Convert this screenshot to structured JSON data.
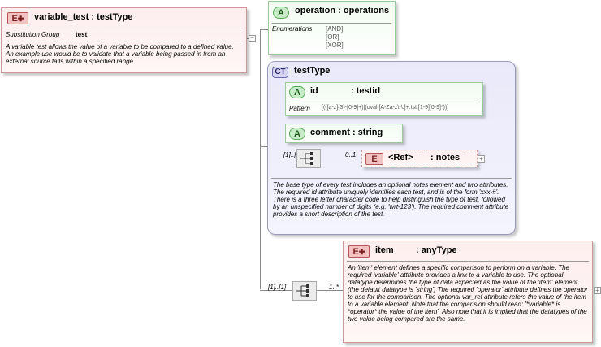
{
  "root_element": {
    "badge": "E",
    "name": "variable_test",
    "separator": ":",
    "type": "testType",
    "substitution_label": "Substitution Group",
    "substitution_value": "test",
    "description": "A variable test allows the value of a variable to be compared to a defined value.  An example use would be to validate that a variable being passed in from an external source falls within a specified range."
  },
  "operation_attr": {
    "badge": "A",
    "title": "operation : operations",
    "enum_label": "Enumerations",
    "enumerations": [
      "[AND]",
      "[OR]",
      "[XOR]"
    ]
  },
  "complex_type": {
    "badge": "CT",
    "name": "testType",
    "id_attr": {
      "badge": "A",
      "name": "id",
      "type": ": testid",
      "pattern_label": "Pattern",
      "pattern_value": "[(([a-z]{3}-[0-9]+)|(oval:[A-Za-z\\-\\.]+:tst:[1-9][0-9]*))]"
    },
    "comment_attr": {
      "badge": "A",
      "title": "comment : string"
    },
    "seq_occurrence": "[1]..[1]",
    "ref_element": {
      "badge": "E",
      "ref": "<Ref>",
      "type": ": notes",
      "occurrence": "0..1"
    },
    "description": "The base type of every test includes an optional notes element and two attributes.  The required id attribute uniquely identifies each test, and is of the form 'xxx-#'.  There is a three letter character code to help distinguish the type of test, followed by an unspecified number of digits (e.g. 'wrt-123').  The required comment attribute provides a short description of the test."
  },
  "item_seq": {
    "occurrence": "[1]..[1]",
    "child_occurrence": "1..*"
  },
  "item_element": {
    "badge": "E",
    "name": "item",
    "type": ": anyType",
    "description": "An 'item' element defines a specific comparison to perform on a variable.  The required 'variable' attribute provides a link to a variable to use.  The optional datatype determines the type of data expected as the value of the 'item' element.  (the default datatype is 'string')  The required 'operator' attribute defines the operator to use for the comparison.  The optional var_ref attribute refers the value of the item to a variable element.  Note that the comparision should read: '*variable* is *operator* the value of the item'.  Also note that it is implied that the datatypes of the two value being compared are the same."
  },
  "colors": {
    "element_fill": "#fdeeee",
    "attribute_fill": "#f0fbf0",
    "complex_type_fill": "#e9e9f9"
  }
}
